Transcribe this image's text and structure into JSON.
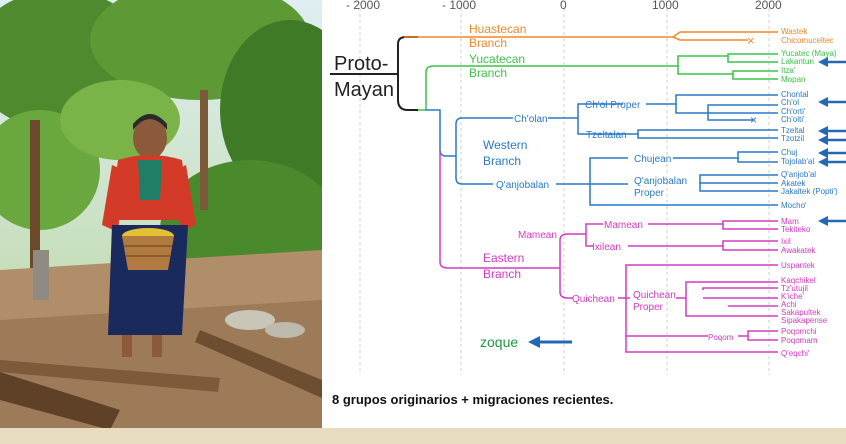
{
  "axis": {
    "ticks": [
      "- 2000",
      "- 1000",
      "0",
      "1000",
      "2000"
    ]
  },
  "root": {
    "line1": "Proto-",
    "line2": "Mayan"
  },
  "branches": {
    "huastecan": {
      "line1": "Huastecan",
      "line2": "Branch"
    },
    "yucatecan": {
      "line1": "Yucatecan",
      "line2": "Branch"
    },
    "western": {
      "line1": "Western",
      "line2": "Branch"
    },
    "eastern": {
      "line1": "Eastern",
      "line2": "Branch"
    }
  },
  "subgroups": {
    "cholan": "Ch'olan",
    "chol_proper": "Ch'ol Proper",
    "tzeltalan": "Tzeltalan",
    "qanjobalan": "Q'anjobalan",
    "chujean": "Chujean",
    "qanjobalan_proper_1": "Q'anjobalan",
    "qanjobalan_proper_2": "Proper",
    "mamean_group": "Mamean",
    "mamean": "Mamean",
    "ixilean": "Ixilean",
    "quichean": "Quichean",
    "quichean_proper_1": "Quichean",
    "quichean_proper_2": "Proper",
    "poqom": "Poqom"
  },
  "languages": {
    "wastek": "Wastek",
    "chicomuceltec": "Chicomuceltec",
    "yucatec": "Yucatec (Maya)",
    "lakantun": "Lakantun",
    "itza": "Itza'",
    "mopan": "Mopan",
    "chontal": "Chontal",
    "chol": "Ch'ol",
    "chorti": "Ch'orti'",
    "cholti": "Ch'olti'",
    "tzeltal": "Tzeltal",
    "tzotzil": "Tzotzil",
    "chuj": "Chuj",
    "tojolabal": "Tojolab'al",
    "qanjobal": "Q'anjob'al",
    "akatek": "Akatek",
    "jakaltek": "Jakaltek (Popti')",
    "mocho": "Mocho'",
    "mam": "Mam",
    "tekiteko": "Tekiteko",
    "ixil": "Ixil",
    "awakatek": "Awakatek",
    "uspantek": "Uspantek",
    "kaqchikel": "Kaqchikel",
    "tzutujil": "Tz'utujil",
    "kiche": "K'iche'",
    "achi": "Achi",
    "sakapultek": "Sakapultek",
    "sipakapense": "Sipakapense",
    "poqomchi": "Poqomchi",
    "poqomam": "Poqomam",
    "qeqchi": "Q'eqchi'"
  },
  "zoque": "zoque",
  "caption": "8 grupos originarios  +  migraciones recientes.",
  "colors": {
    "huastecan": "#f0892a",
    "yucatecan": "#3cc24a",
    "western": "#2a79c9",
    "eastern": "#d33bc2",
    "root": "#222222",
    "arrow": "#2468b4",
    "zoque": "#1c9a3c",
    "band": "#e7dcc0"
  }
}
